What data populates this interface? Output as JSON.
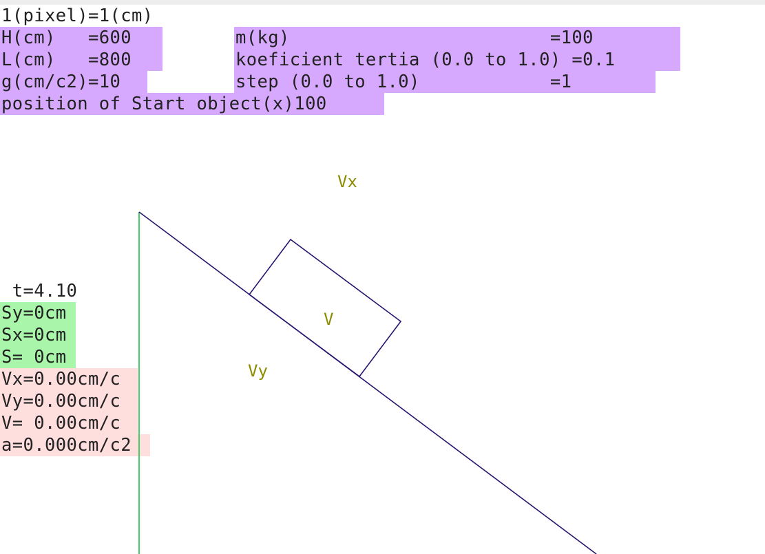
{
  "scale": "1(pixel)=1(cm)",
  "params": {
    "H": "H(cm)   =600",
    "L": "L(cm)   =800",
    "g": "g(cm/c2)=10",
    "m": "m(kg)                        =100",
    "k": "koeficient tertia (0.0 to 1.0) =0.1",
    "step": "step (0.0 to 1.0)            =1",
    "start": "position of Start object(x)100"
  },
  "readout": {
    "t": " t=4.10",
    "Sy": "Sy=0cm",
    "Sx": "Sx=0cm",
    "S": "S= 0cm",
    "Vx": "Vx=0.00cm/c",
    "Vy": "Vy=0.00cm/c",
    "V": "V= 0.00cm/c",
    "a": "a=0.000cm/c2"
  },
  "vectors": {
    "Vx": "Vx",
    "V": "V",
    "Vy": "Vy"
  },
  "colors": {
    "param_bg": "#d6a9ff",
    "distance_bg": "#a9f5a9",
    "velocity_bg": "#ffdede",
    "incline": "#2a1470",
    "vertical": "#44cc66",
    "vector_label": "#8b8b00"
  }
}
